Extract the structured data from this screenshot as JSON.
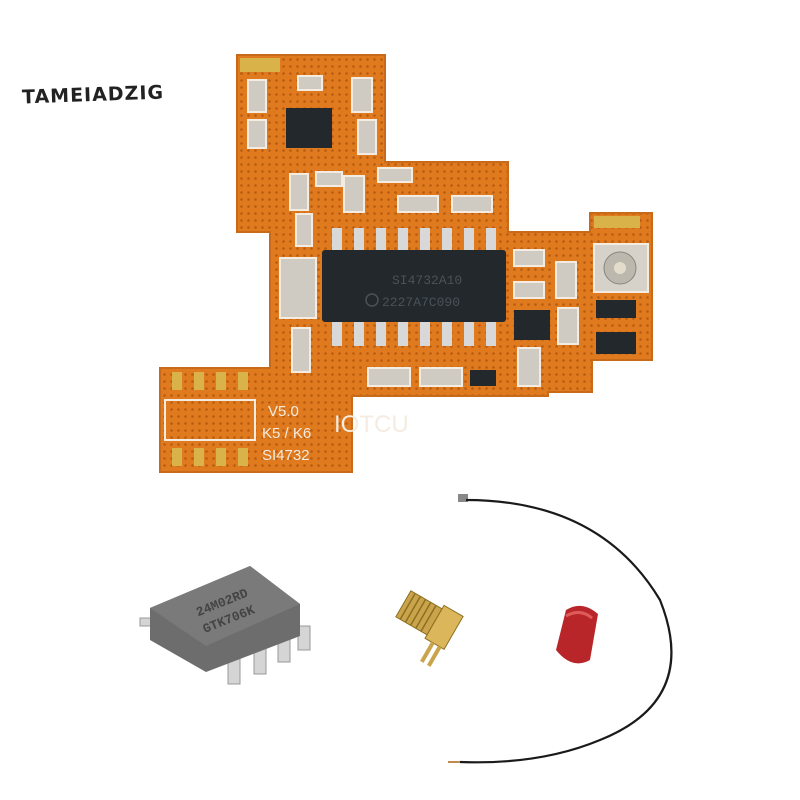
{
  "logo": {
    "text": "TAMEIADZIG"
  },
  "pcb": {
    "labels": {
      "version": "V5.0",
      "model": "K5 / K6",
      "brand": "IOTCU",
      "chip": "SI4732"
    },
    "ic_marking": {
      "line1": "SI4732A10",
      "line2": "2227A7C090"
    }
  },
  "eeprom_chip": {
    "line1": "24M02RD",
    "line2": "GTK706K"
  },
  "colors": {
    "pcb": "#e07a1e",
    "ic": "#22282c",
    "cap": "#b8262a",
    "background": "#ffffff"
  }
}
